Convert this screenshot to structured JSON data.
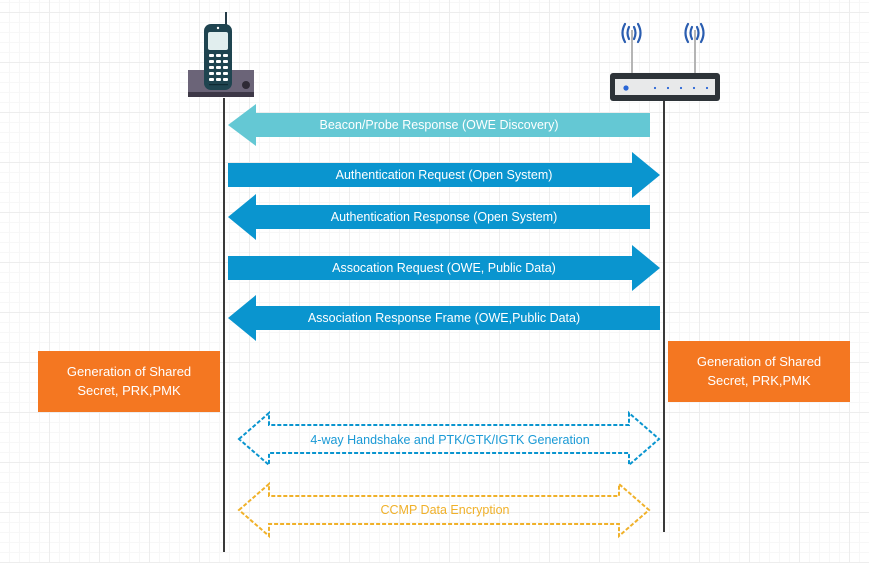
{
  "colors": {
    "lifeline": "#3a3a3a",
    "discovery_arrow": "#64c8d4",
    "message_arrow": "#0a95cf",
    "handshake_dashed": "#0a95cf",
    "encryption_dashed": "#f0b12a",
    "process_box": "#f47721"
  },
  "participants": {
    "station": {
      "icon": "cordless-phone-icon",
      "label": ""
    },
    "access_point": {
      "icon": "wireless-router-icon",
      "label": ""
    }
  },
  "messages": [
    {
      "text": "Beacon/Probe Response (OWE Discovery)",
      "direction": "left",
      "style": "light"
    },
    {
      "text": "Authentication Request (Open System)",
      "direction": "right",
      "style": "solid"
    },
    {
      "text": "Authentication Response (Open System)",
      "direction": "left",
      "style": "solid"
    },
    {
      "text": "Assocation Request (OWE, Public Data)",
      "direction": "right",
      "style": "solid"
    },
    {
      "text": "Association Response Frame (OWE,Public Data)",
      "direction": "left",
      "style": "solid"
    }
  ],
  "process_boxes": {
    "station": {
      "line1": "Generation of Shared",
      "line2": "Secret, PRK,PMK"
    },
    "access_point": {
      "line1": "Generation of Shared",
      "line2": "Secret, PRK,PMK"
    }
  },
  "exchanges": [
    {
      "text": "4-way Handshake and PTK/GTK/IGTK Generation",
      "direction": "both",
      "style": "dashed-blue"
    },
    {
      "text": "CCMP Data Encryption",
      "direction": "both",
      "style": "dashed-orange"
    }
  ]
}
